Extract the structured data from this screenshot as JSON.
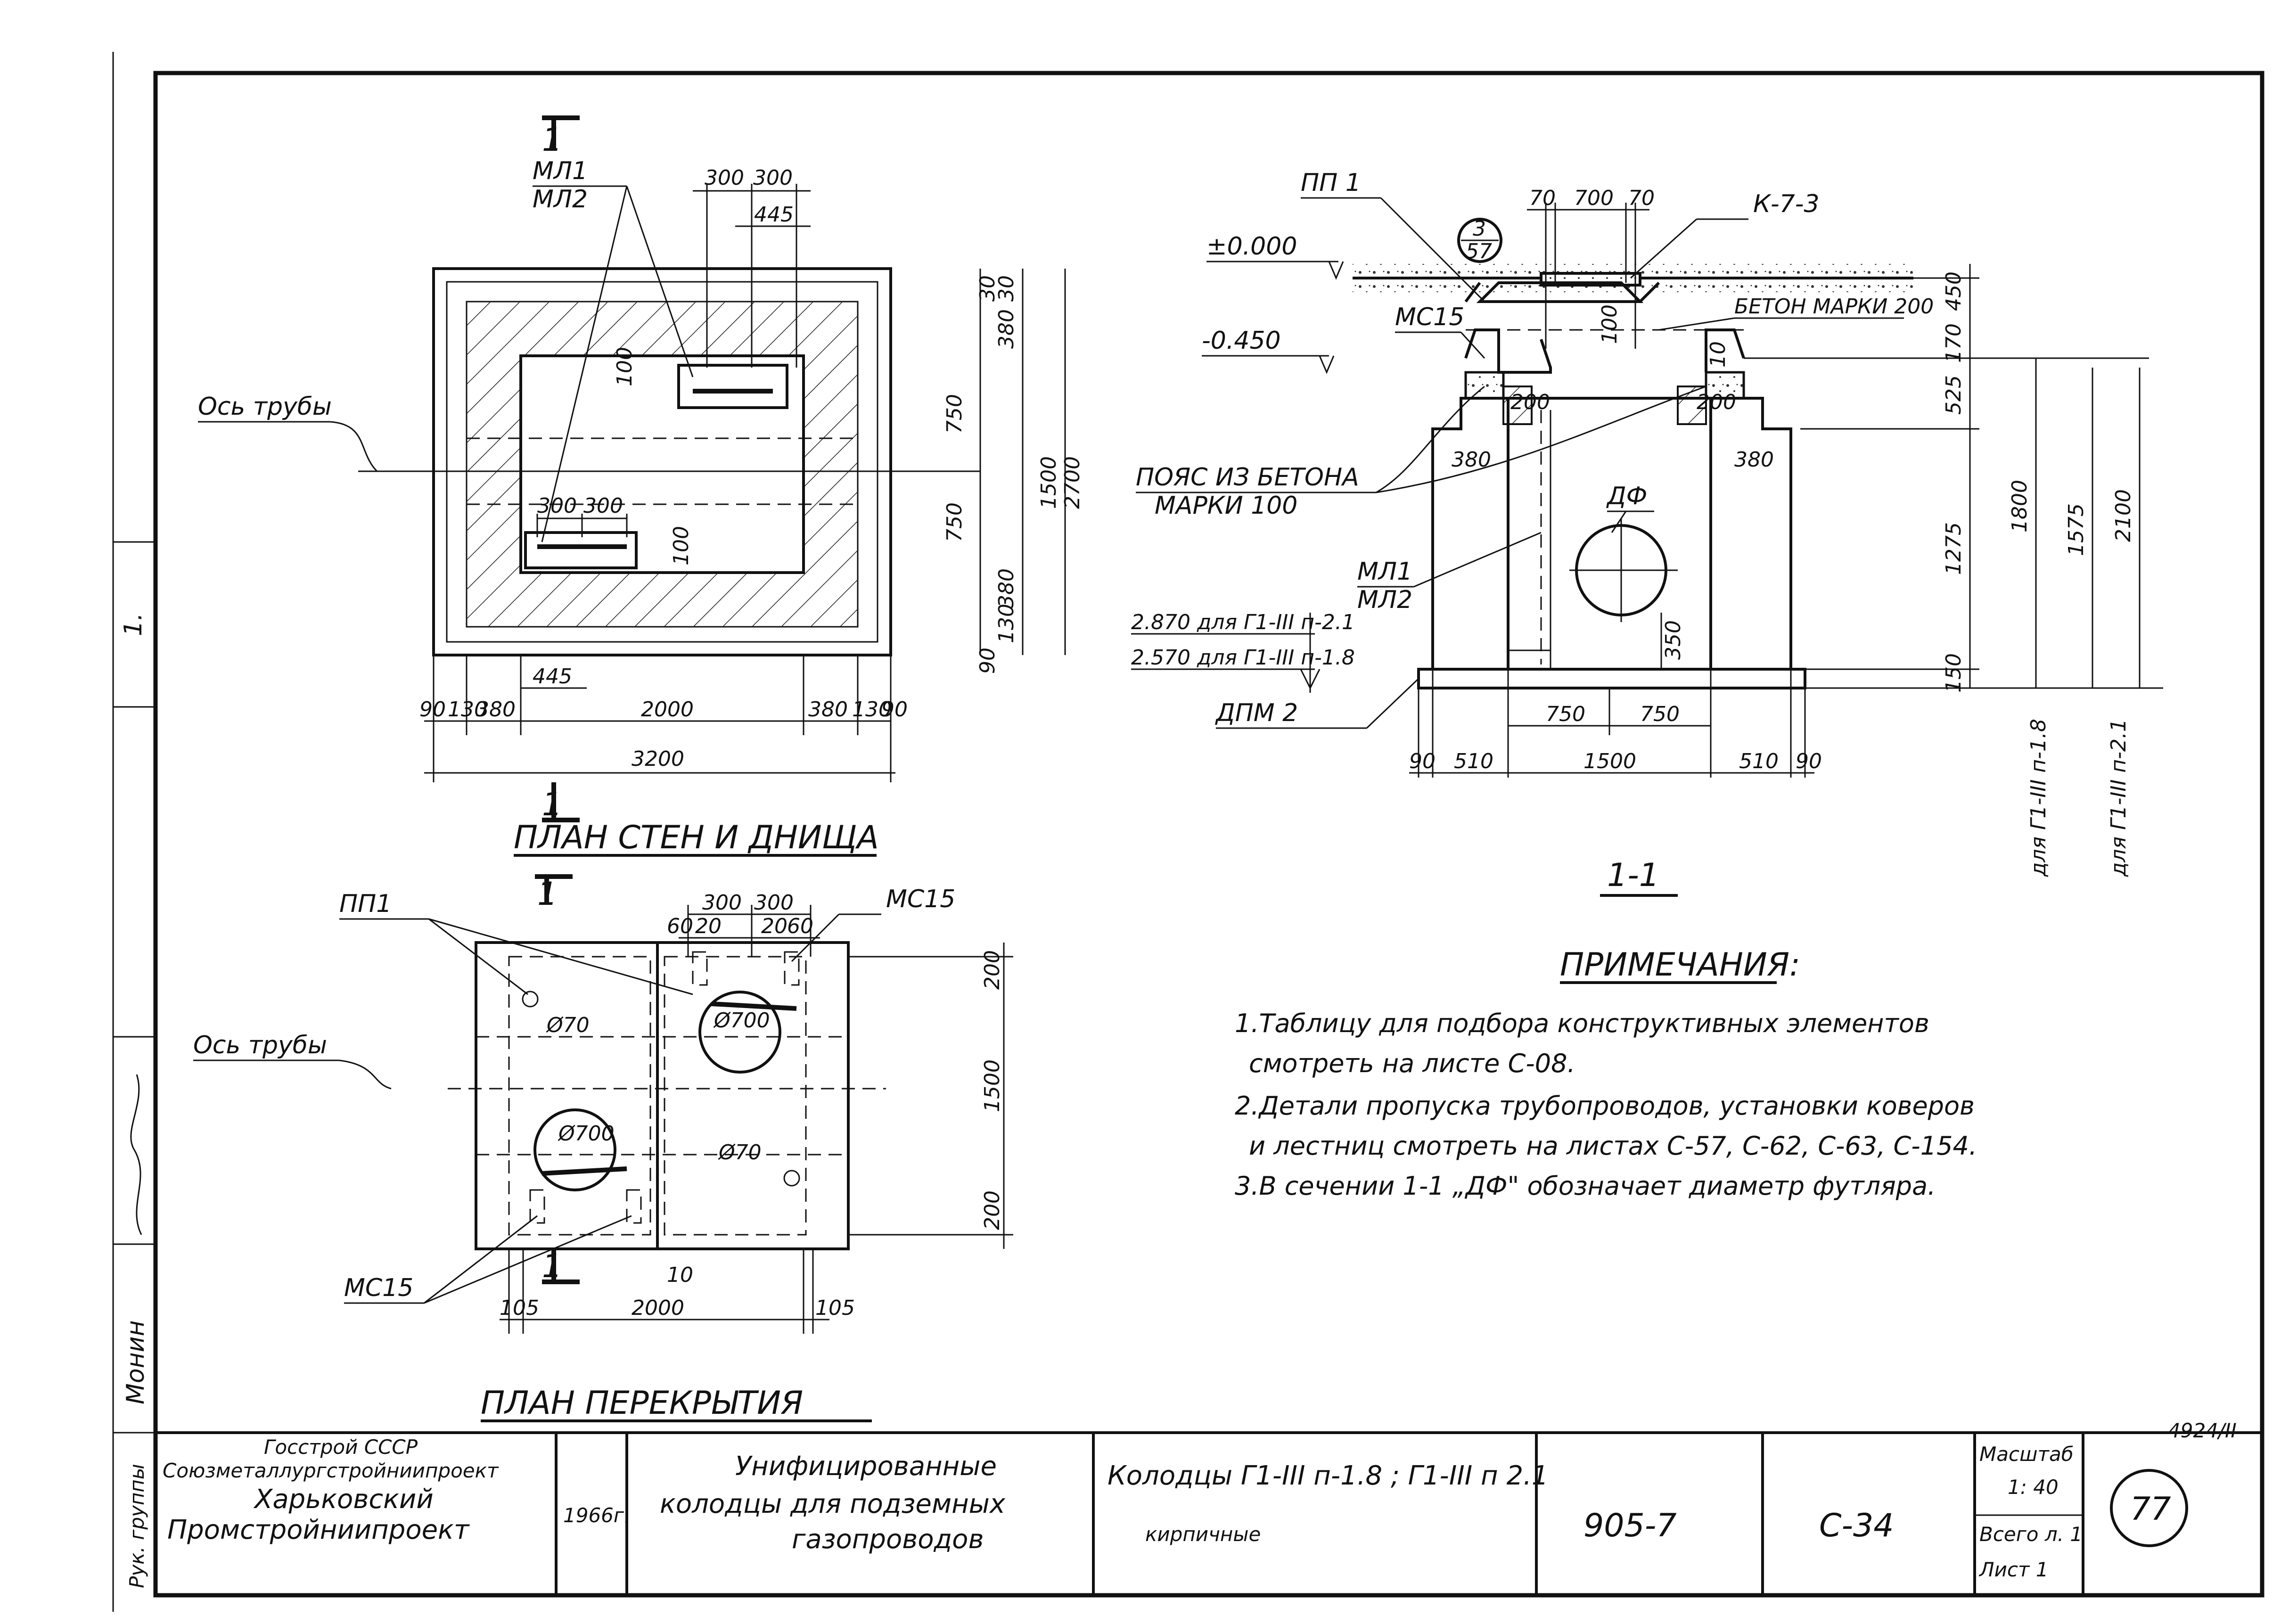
{
  "plan_walls": {
    "title": "ПЛАН СТЕН И ДНИЩА",
    "section_mark": "1",
    "pipe_axis": "Ось трубы",
    "ladder_labels": [
      "МЛ1",
      "МЛ2"
    ],
    "dims_top": [
      "300",
      "300",
      "445"
    ],
    "dims_inner_ladder": [
      "300",
      "300"
    ],
    "dim_100a": "100",
    "dim_100b": "100",
    "dim_445b": "445",
    "dims_bottom": [
      "90",
      "130",
      "380",
      "2000",
      "380",
      "130",
      "90"
    ],
    "dim_total_width": "3200",
    "dims_right": [
      "30",
      "30",
      "380",
      "750",
      "750",
      "380",
      "130",
      "90",
      "1500",
      "2700"
    ]
  },
  "plan_cover": {
    "title": "ПЛАН ПЕРЕКРЫТИЯ",
    "section_mark": "1",
    "pipe_axis": "Ось трубы",
    "pp_label": "ПП1",
    "ms_label_top": "МС15",
    "ms_label_bottom": "МС15",
    "dims_top": [
      "300",
      "300",
      "60",
      "20",
      "20",
      "60"
    ],
    "hole_small_a": "Ø70",
    "hole_small_b": "Ø70",
    "hole_big_a": "Ø700",
    "hole_big_b": "Ø700",
    "dims_right": [
      "200",
      "1500",
      "200"
    ],
    "dims_bottom": [
      "105",
      "10",
      "2000",
      "105"
    ]
  },
  "section": {
    "title": "1-1",
    "labels": {
      "pp": "ПП 1",
      "k": "К-7-3",
      "zero": "±0.000",
      "minus": "-0.450",
      "ms": "МС15",
      "concrete": "БЕТОН МАРКИ 200",
      "belt_1": "ПОЯС ИЗ БЕТОНА",
      "belt_2": "МАРКИ 100",
      "ml1": "МЛ1",
      "ml2": "МЛ2",
      "df": "ДФ",
      "lvl_a": "2.870 для Г1-III п-2.1",
      "lvl_b": "2.570 для Г1-III п-1.8",
      "dpm": "ДПМ 2",
      "callout_top": "3",
      "callout_bottom": "57",
      "for_18": "для Г1-III п-1.8",
      "for_21": "для Г1-III п-2.1"
    },
    "dims_top": [
      "70",
      "700",
      "70"
    ],
    "dim_100": "100",
    "dim_10": "10",
    "dim_200a": "200",
    "dim_200b": "200",
    "dim_380a": "380",
    "dim_380b": "380",
    "dim_350": "350",
    "dims_mid": [
      "750",
      "750"
    ],
    "dims_bottom": [
      "90",
      "510",
      "1500",
      "510",
      "90"
    ],
    "dims_right": [
      "450",
      "170",
      "525",
      "1275",
      "150",
      "1800",
      "1575",
      "2100"
    ]
  },
  "notes": {
    "heading": "ПРИМЕЧАНИЯ:",
    "n1a": "1.Таблицу для подбора конструктивных элементов",
    "n1b": "смотреть на листе С-08.",
    "n2a": "2.Детали пропуска трубопроводов, установки коверов",
    "n2b": "и лестниц смотреть на листах С-57, С-62, С-63, С-154.",
    "n3": "3.В сечении 1-1 „ДФ\" обозначает диаметр футляра."
  },
  "side_stamps": {
    "ruk": "Рук. группы",
    "name": "Монин",
    "mark": "1."
  },
  "corner_code": "4924/II",
  "title_block": {
    "org1": "Госстрой СССР",
    "org2": "Союзметаллургстройниипроект",
    "org3": "Харьковский",
    "org4": "Промстройниипроект",
    "year": "1966г.",
    "desc1": "Унифицированные",
    "desc2": "колодцы для подземных",
    "desc3": "газопроводов",
    "name1": "Колодцы Г1-III п-1.8 ; Г1-III п 2.1",
    "name2": "кирпичные",
    "series": "905-7",
    "sheet_code": "С-34",
    "scale_label": "Масштаб",
    "scale": "1: 40",
    "total_label": "Всего л. 1",
    "sheet_label": "Лист 1",
    "sheet_number": "77"
  }
}
